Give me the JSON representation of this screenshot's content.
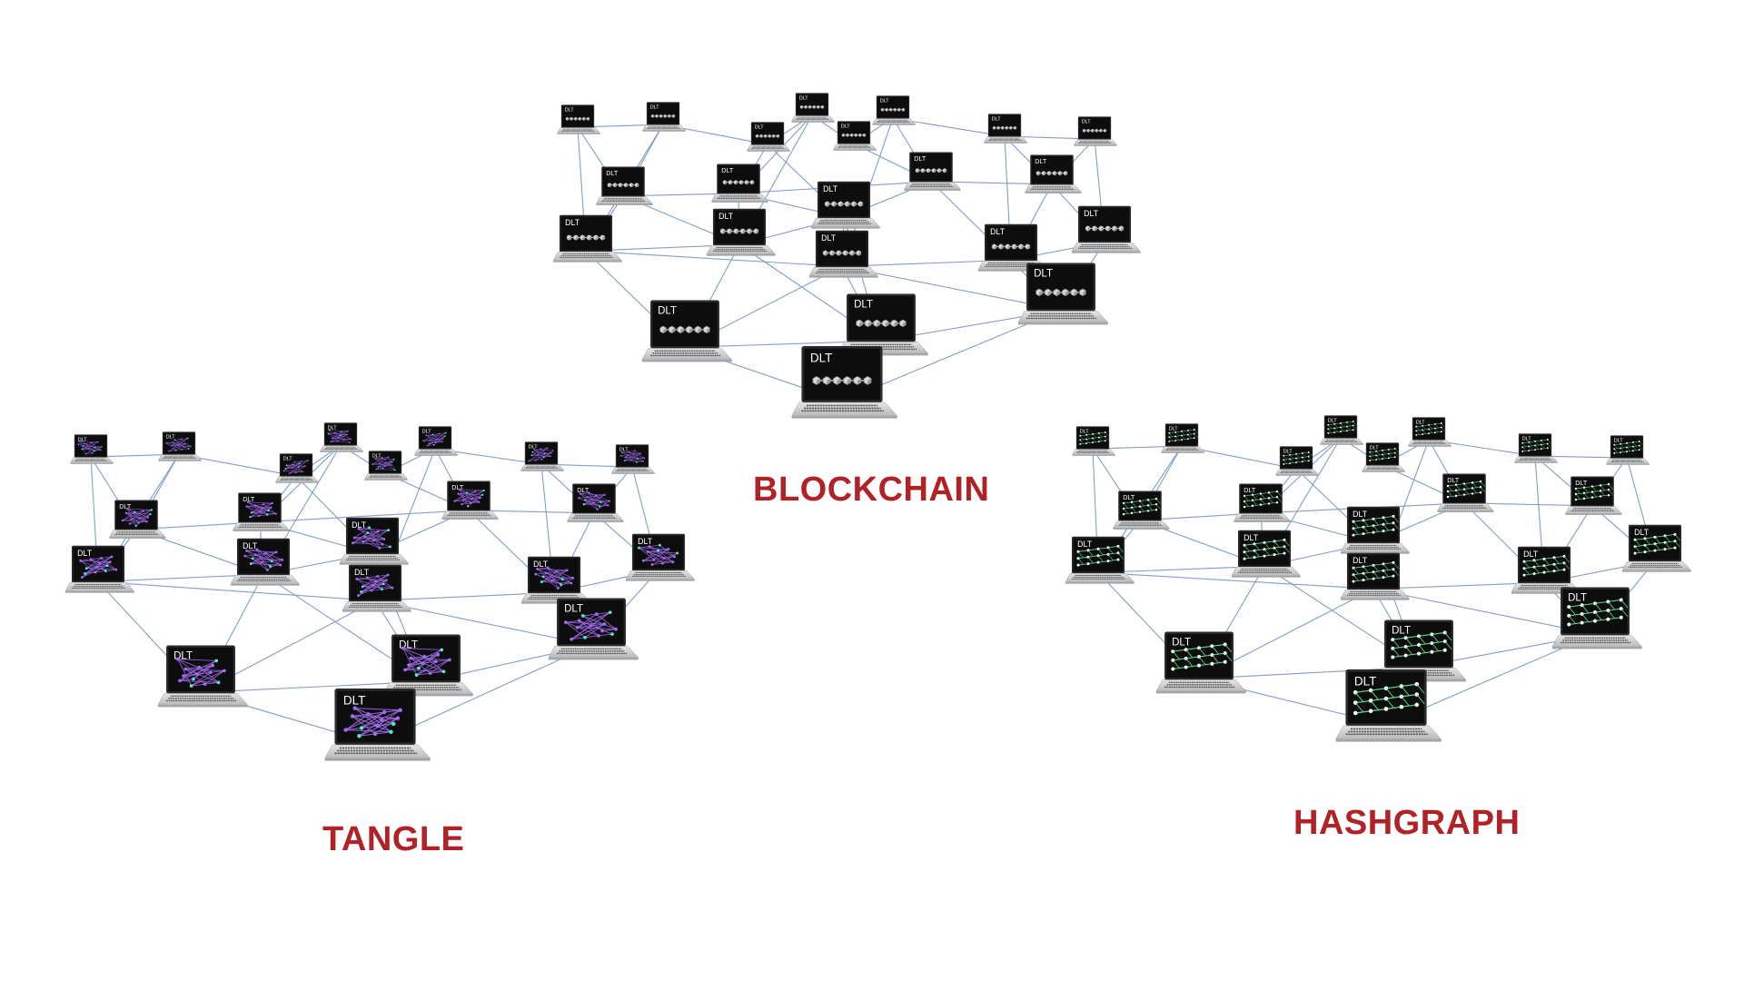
{
  "clusters": {
    "blockchain": {
      "label": "BLOCKCHAIN",
      "screen_text": "DLT",
      "screen_graphic": "block-chain-cubes-icon",
      "label_color": "#b02226"
    },
    "tangle": {
      "label": "TANGLE",
      "screen_text": "DLT",
      "screen_graphic": "tangle-dag-graph-icon",
      "graphic_color": "#a46cf0",
      "accent_color": "#4ff0c8",
      "label_color": "#b02226"
    },
    "hashgraph": {
      "label": "HASHGRAPH",
      "screen_text": "DLT",
      "screen_graphic": "hashgraph-lattice-icon",
      "graphic_color": "#5ee08a",
      "label_color": "#b02226"
    }
  },
  "link_color": "#7f9fc4",
  "screen_color": "#0d0d0d",
  "body_color": "#c9cbcd"
}
